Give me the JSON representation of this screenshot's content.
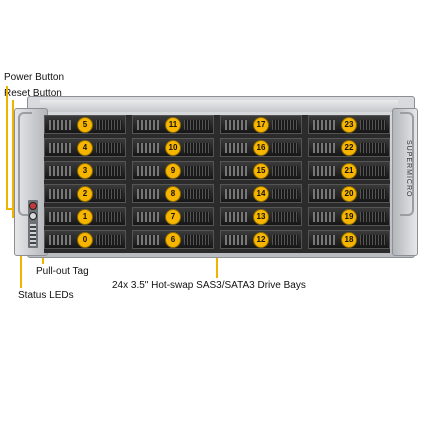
{
  "labels": {
    "power_button": "Power Button",
    "reset_button": "Reset Button",
    "pull_out_tag": "Pull-out  Tag",
    "status_leds": "Status LEDs",
    "drive_bays": "24x 3.5\" Hot-swap  SAS3/SATA3 Drive Bays"
  },
  "brand": "SUPERMICRO",
  "accent_color": "#f7b500",
  "bay_numbers": [
    [
      "5",
      "11",
      "17",
      "23"
    ],
    [
      "4",
      "10",
      "16",
      "22"
    ],
    [
      "3",
      "9",
      "15",
      "21"
    ],
    [
      "2",
      "8",
      "14",
      "20"
    ],
    [
      "1",
      "7",
      "13",
      "19"
    ],
    [
      "0",
      "6",
      "12",
      "18"
    ]
  ]
}
